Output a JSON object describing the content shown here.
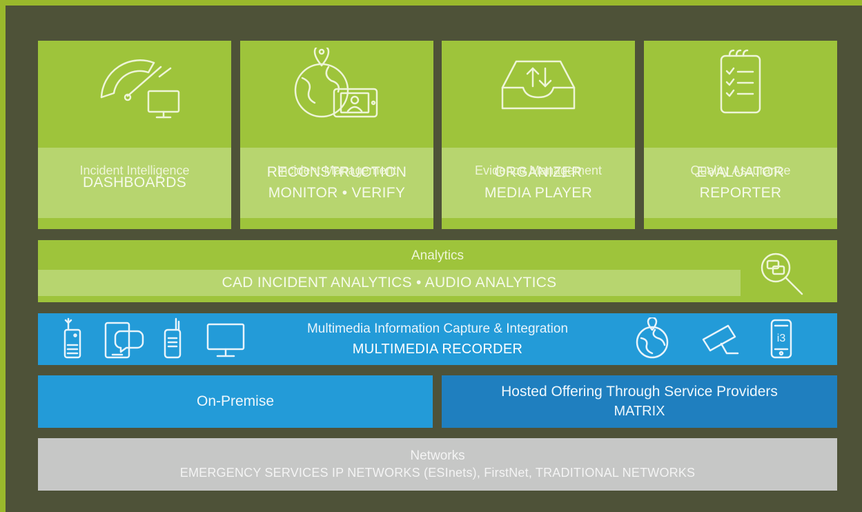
{
  "columns": [
    {
      "title": "Incident Intelligence",
      "lines": [
        "DASHBOARDS"
      ],
      "icon": "gauge-monitor-icon"
    },
    {
      "title": "Incident Management",
      "lines": [
        "RECONSTRUCTION",
        "MONITOR • VERIFY"
      ],
      "icon": "globe-pin-video-icon"
    },
    {
      "title": "Evidence Management",
      "lines": [
        "ORGANIZER",
        "MEDIA PLAYER"
      ],
      "icon": "inbox-transfer-icon"
    },
    {
      "title": "Quality Assurance",
      "lines": [
        "EVALUATOR",
        "REPORTER"
      ],
      "icon": "checklist-clipboard-icon"
    }
  ],
  "analytics": {
    "title": "Analytics",
    "items": "CAD INCIDENT ANALYTICS  •  AUDIO ANALYTICS",
    "icon": "magnifier-chat-icon"
  },
  "capture": {
    "title": "Multimedia Information Capture & Integration",
    "subtitle": "MULTIMEDIA RECORDER",
    "icons": [
      "emergency-radio-icon",
      "tablet-chat-icon",
      "handheld-radio-icon",
      "monitor-icon",
      "globe-pin-icon",
      "security-camera-icon",
      "i3-phone-icon"
    ],
    "i3_label": "i3"
  },
  "deployment": {
    "onprem": "On-Premise",
    "hosted_title": "Hosted Offering Through Service Providers",
    "hosted_subtitle": "MATRIX"
  },
  "networks": {
    "title": "Networks",
    "subtitle": "EMERGENCY SERVICES IP NETWORKS (ESInets), FirstNet, TRADITIONAL NETWORKS"
  },
  "colors": {
    "green": "#9ec43b",
    "green_light": "#b7d56f",
    "blue": "#239bd8",
    "blue_dark": "#1f7fbf",
    "gray": "#c6c7c6",
    "background": "#4e5238"
  }
}
